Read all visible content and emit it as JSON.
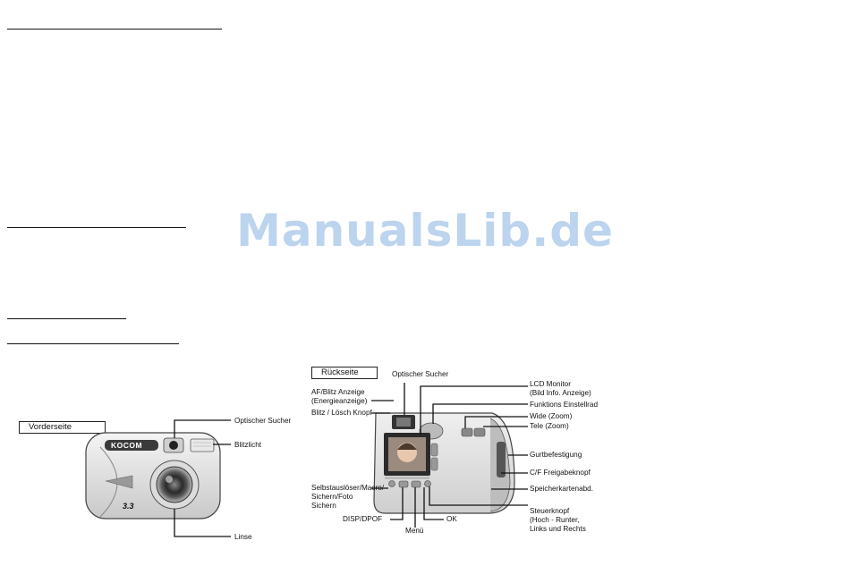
{
  "watermark": "ManualsLib.de",
  "front": {
    "section_label": "Vorderseite",
    "brand": "KOCOM",
    "megapixel_badge": "3.3",
    "callouts": {
      "optical_viewfinder": "Optischer Sucher",
      "flash": "Blitzlicht",
      "lens": "Linse"
    }
  },
  "back": {
    "section_label": "Rückseite",
    "callouts": {
      "optical_viewfinder": "Optischer Sucher",
      "af_flash_indicator": "AF/Blitz Anzeige\n(Energieanzeige)",
      "flash_delete_button": "Blitz / Lösch Knopf",
      "lcd_monitor": "LCD Monitor\n(Bild Info. Anzeige)",
      "mode_dial": "Funktions Einstellrad",
      "wide_zoom": "Wide (Zoom)",
      "tele_zoom": "Tele  (Zoom)",
      "strap_mount": "Gurtbefestigung",
      "cf_release": "C/F Freigabeknopf",
      "card_cover": "Speicherkartenabd.",
      "self_timer": "Selbstauslöser/Macro/\nSichern/Foto\nSichern",
      "disp_dpof": "DISP/DPOF",
      "menu": "Menü",
      "ok": "OK",
      "control_pad": "Steuerknopf\n(Hoch - Runter,\nLinks und Rechts"
    }
  },
  "colors": {
    "watermark": "#bcd4ee",
    "ink": "#111111"
  }
}
